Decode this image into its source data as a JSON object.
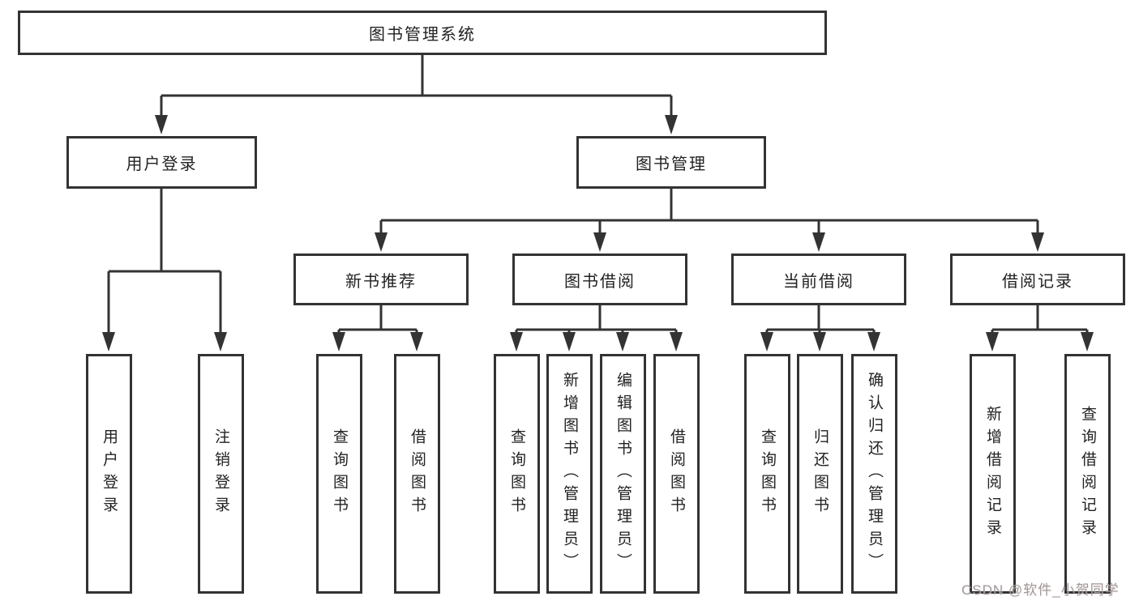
{
  "tree": {
    "root": {
      "label": "图书管理系统",
      "children": [
        {
          "label": "用户登录",
          "children": [
            {
              "label": "用户登录"
            },
            {
              "label": "注销登录"
            }
          ]
        },
        {
          "label": "图书管理",
          "children": [
            {
              "label": "新书推荐",
              "children": [
                {
                  "label": "查询图书"
                },
                {
                  "label": "借阅图书"
                }
              ]
            },
            {
              "label": "图书借阅",
              "children": [
                {
                  "label": "查询图书"
                },
                {
                  "label": "新增图书（管理员）"
                },
                {
                  "label": "编辑图书（管理员）"
                },
                {
                  "label": "借阅图书"
                }
              ]
            },
            {
              "label": "当前借阅",
              "children": [
                {
                  "label": "查询图书"
                },
                {
                  "label": "归还图书"
                },
                {
                  "label": "确认归还（管理员）"
                }
              ]
            },
            {
              "label": "借阅记录",
              "children": [
                {
                  "label": "新增借阅记录"
                },
                {
                  "label": "查询借阅记录"
                }
              ]
            }
          ]
        }
      ]
    }
  },
  "watermark": {
    "text": "CSDN @软件_小贺同学"
  },
  "colors": {
    "line": "#333333",
    "box_border": "#333333",
    "text": "#222222",
    "watermark": "#9c9c9c",
    "background": "#ffffff"
  }
}
